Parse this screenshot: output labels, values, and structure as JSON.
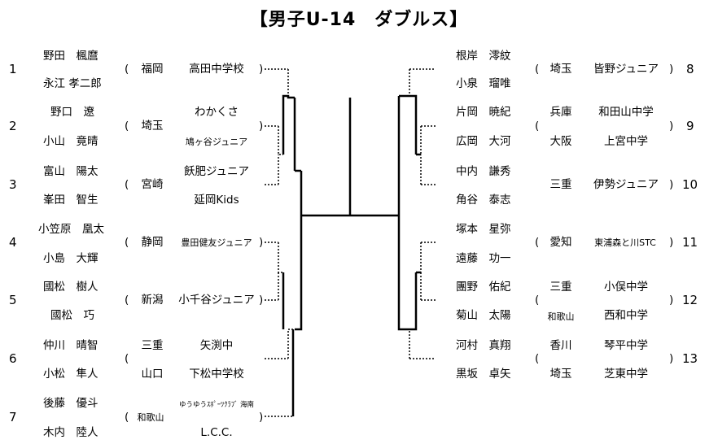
{
  "title": "【男子U-14　ダブルス】",
  "left": [
    {
      "seed": "1",
      "p1": "野田　楓麿",
      "p2": "永江 孝二郎",
      "pref1": "福岡",
      "pref2": "",
      "club1": "高田中学校",
      "club2": ""
    },
    {
      "seed": "2",
      "p1": "野口　遼",
      "p2": "小山　竟晴",
      "pref1": "埼玉",
      "pref2": "",
      "club1": "わかくさ",
      "club2": "鳩ヶ谷ジュニア"
    },
    {
      "seed": "3",
      "p1": "富山　陽太",
      "p2": "峯田　智生",
      "pref1": "宮崎",
      "pref2": "",
      "club1": "飫肥ジュニア",
      "club2": "延岡Kids"
    },
    {
      "seed": "4",
      "p1": "小笠原　凰太",
      "p2": "小島　大輝",
      "pref1": "静岡",
      "pref2": "",
      "club1": "豊田健友ジュニア",
      "club2": ""
    },
    {
      "seed": "5",
      "p1": "國松　樹人",
      "p2": "國松　巧",
      "pref1": "新潟",
      "pref2": "",
      "club1": "小千谷ジュニア",
      "club2": ""
    },
    {
      "seed": "6",
      "p1": "仲川　晴智",
      "p2": "小松　隼人",
      "pref1": "三重",
      "pref2": "山口",
      "club1": "矢渕中",
      "club2": "下松中学校"
    },
    {
      "seed": "7",
      "p1": "後藤　優斗",
      "p2": "木内　陸人",
      "pref1": "和歌山",
      "pref2": "",
      "club1": "ゆうゆうｽﾎﾟｰﾂｸﾗﾌﾞ 海南",
      "club2": "L.C.C."
    }
  ],
  "right": [
    {
      "seed": "8",
      "p1": "根岸　澪紋",
      "p2": "小泉　瑠唯",
      "pref1": "埼玉",
      "pref2": "",
      "club1": "皆野ジュニア",
      "club2": ""
    },
    {
      "seed": "9",
      "p1": "片岡　暁紀",
      "p2": "広岡　大河",
      "pref1": "兵庫",
      "pref2": "大阪",
      "club1": "和田山中学",
      "club2": "上宮中学"
    },
    {
      "seed": "10",
      "p1": "中内　謙秀",
      "p2": "角谷　泰志",
      "pref1": "三重",
      "pref2": "",
      "club1": "伊勢ジュニア",
      "club2": ""
    },
    {
      "seed": "11",
      "p1": "塚本　星弥",
      "p2": "遠藤　功一",
      "pref1": "愛知",
      "pref2": "",
      "club1": "東浦森と川STC",
      "club2": ""
    },
    {
      "seed": "12",
      "p1": "團野　佑紀",
      "p2": "菊山　太陽",
      "pref1": "三重",
      "pref2": "和歌山",
      "club1": "小俣中学",
      "club2": "西和中学"
    },
    {
      "seed": "13",
      "p1": "河村　真翔",
      "p2": "黒坂　卓矢",
      "pref1": "香川",
      "pref2": "埼玉",
      "club1": "琴平中学",
      "club2": "芝東中学"
    }
  ],
  "paren_open": "(",
  "paren_close": ")"
}
